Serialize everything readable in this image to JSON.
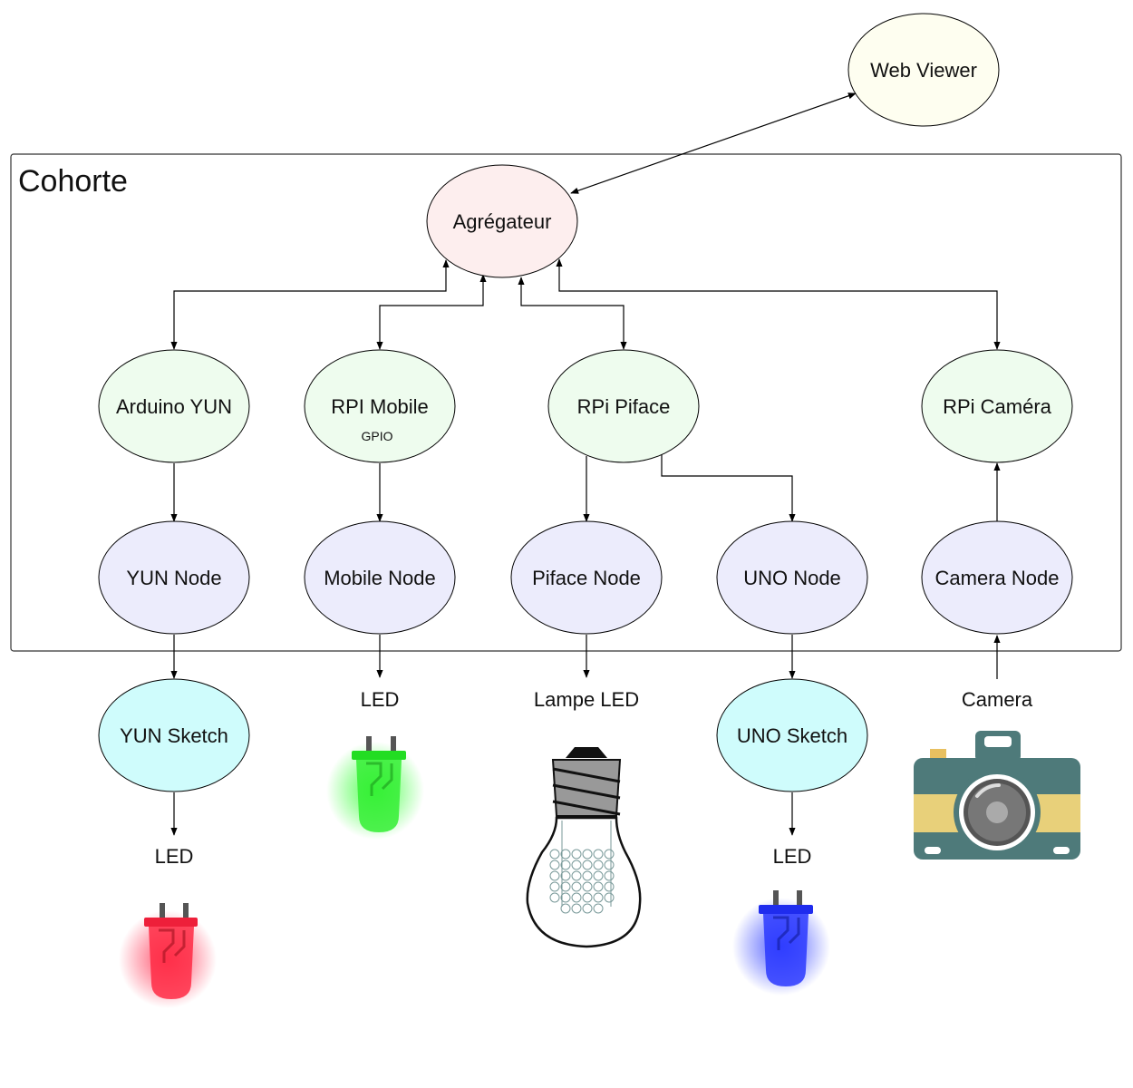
{
  "group": {
    "label": "Cohorte"
  },
  "nodes": {
    "web_viewer": "Web Viewer",
    "aggregator": "Agrégateur",
    "arduino_yun": "Arduino YUN",
    "rpi_mobile": "RPI Mobile",
    "rpi_mobile_sub": "GPIO",
    "rpi_piface": "RPi Piface",
    "rpi_camera": "RPi Caméra",
    "yun_node": "YUN Node",
    "mobile_node": "Mobile Node",
    "piface_node": "Piface Node",
    "uno_node": "UNO Node",
    "camera_node": "Camera Node",
    "yun_sketch": "YUN Sketch",
    "uno_sketch": "UNO Sketch"
  },
  "labels": {
    "led_mobile": "LED",
    "lampe_led": "Lampe LED",
    "camera": "Camera",
    "led_yun": "LED",
    "led_uno": "LED"
  },
  "colors": {
    "web_viewer_fill": "#fefef0",
    "aggregator_fill": "#fdeeee",
    "device_fill": "#eefcee",
    "node_fill": "#ececfc",
    "sketch_fill": "#cffcfc",
    "led_red": "#ff1f3a",
    "led_green": "#1fe01f",
    "led_blue": "#1f2cff",
    "camera_body": "#4e7a7a",
    "camera_band": "#e8d07a"
  },
  "icons": {
    "red_led": "red-led-icon",
    "green_led": "green-led-icon",
    "blue_led": "blue-led-icon",
    "bulb": "light-bulb-icon",
    "camera": "camera-icon"
  }
}
